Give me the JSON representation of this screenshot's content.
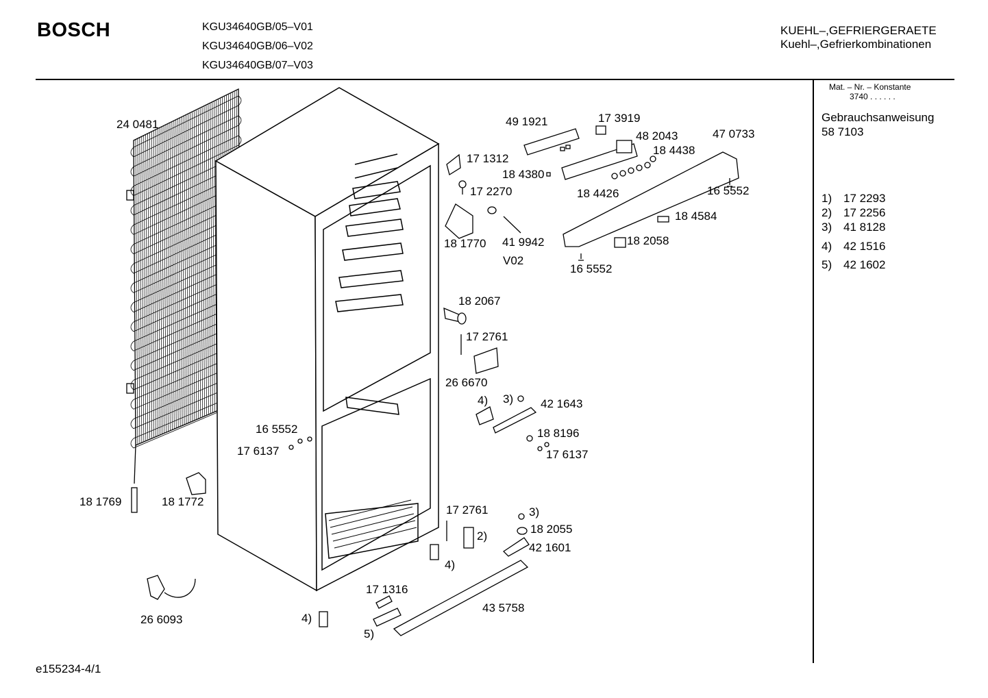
{
  "header": {
    "brand": "BOSCH",
    "models": [
      "KGU34640GB/05–V01",
      "KGU34640GB/06–V02",
      "KGU34640GB/07–V03"
    ],
    "category_line1": "KUEHL–,GEFRIERGERAETE",
    "category_line2": "Kuehl–,Gefrierkombinationen"
  },
  "sidebar": {
    "mat_header": "Mat. – Nr. – Konstante",
    "mat_value": "3740 . . . . . .",
    "manual_label": "Gebrauchsanweisung",
    "manual_number": "58 7103",
    "notes": [
      {
        "num": "1)",
        "part": "17 2293"
      },
      {
        "num": "2)",
        "part": "17 2256"
      },
      {
        "num": "3)",
        "part": "41 8128"
      },
      {
        "num": "4)",
        "part": "42 1516"
      },
      {
        "num": "5)",
        "part": "42 1602"
      }
    ]
  },
  "parts": {
    "p240481": "24 0481",
    "p491921": "49 1921",
    "p173919": "17 3919",
    "p482043": "48 2043",
    "p470733": "47 0733",
    "p184438": "18 4438",
    "p171312": "17 1312",
    "p184380": "18 4380",
    "p172270": "17 2270",
    "p184426": "18 4426",
    "p165552a": "16 5552",
    "p184584": "18 4584",
    "p181770": "18 1770",
    "p419942": "41 9942",
    "p182058": "18 2058",
    "v02": "V02",
    "p165552b": "16 5552",
    "p182067": "18 2067",
    "p172761a": "17 2761",
    "p266670": "26 6670",
    "n4a": "4)",
    "n3a": "3)",
    "p421643": "42 1643",
    "p165552c": "16 5552",
    "p188196": "18 8196",
    "p176137a": "17 6137",
    "p176137b": "17 6137",
    "p181769": "18 1769",
    "p181772": "18 1772",
    "p172761b": "17 2761",
    "n3b": "3)",
    "n2": "2)",
    "p182055": "18 2055",
    "p421601": "42 1601",
    "n4b": "4)",
    "p171316": "17 1316",
    "p435758": "43 5758",
    "p266093": "26 6093",
    "n4c": "4)",
    "n5": "5)"
  },
  "footer": {
    "code": "e155234-4/1"
  }
}
